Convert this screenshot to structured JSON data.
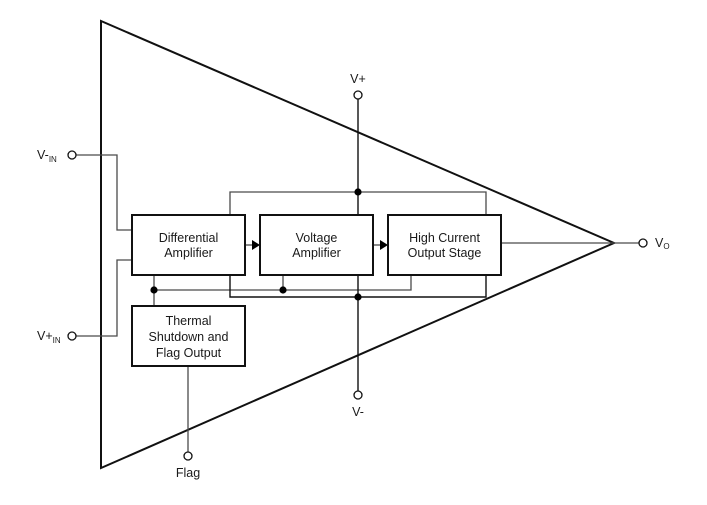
{
  "diagram": {
    "type": "functional-block-diagram",
    "symbol": "amplifier-triangle",
    "blocks": {
      "differential_amplifier": [
        "Differential",
        "Amplifier"
      ],
      "voltage_amplifier": [
        "Voltage",
        "Amplifier"
      ],
      "high_current_output_stage": [
        "High Current",
        "Output Stage"
      ],
      "thermal_shutdown": [
        "Thermal",
        "Shutdown and",
        "Flag Output"
      ]
    },
    "pins": {
      "v_minus_in": {
        "main": "V-",
        "sub": "IN"
      },
      "v_plus_in": {
        "main": "V+",
        "sub": "IN"
      },
      "v_plus": "V+",
      "v_minus": "V-",
      "v_out": {
        "main": "V",
        "sub": "O"
      },
      "flag": "Flag"
    },
    "connections": [
      {
        "from": "V-IN",
        "to": "Differential Amplifier"
      },
      {
        "from": "V+IN",
        "to": "Differential Amplifier"
      },
      {
        "from": "Differential Amplifier",
        "to": "Voltage Amplifier",
        "arrow": true
      },
      {
        "from": "Voltage Amplifier",
        "to": "High Current Output Stage",
        "arrow": true
      },
      {
        "from": "High Current Output Stage",
        "to": "VO"
      },
      {
        "from": "V+",
        "to": "supply bus (all blocks)"
      },
      {
        "from": "V-",
        "to": "supply bus (all blocks)"
      },
      {
        "from": "Thermal Shutdown and Flag Output",
        "to": "Flag"
      }
    ]
  }
}
